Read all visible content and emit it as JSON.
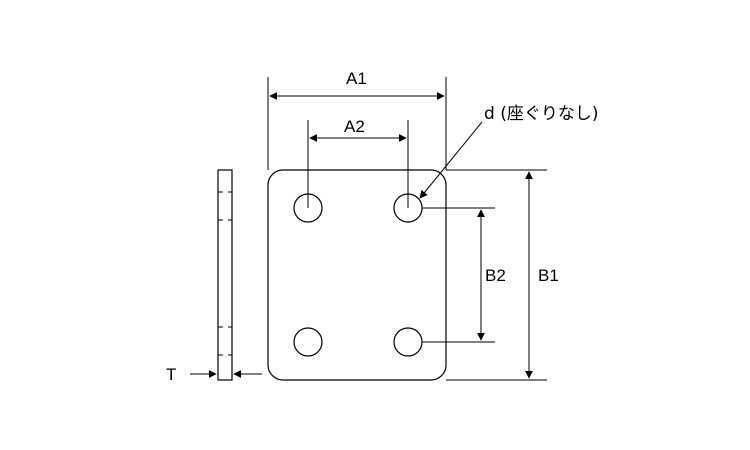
{
  "labels": {
    "a1": "A1",
    "a2": "A2",
    "b1": "B1",
    "b2": "B2",
    "d": "d (座ぐりなし)",
    "t": "T"
  }
}
